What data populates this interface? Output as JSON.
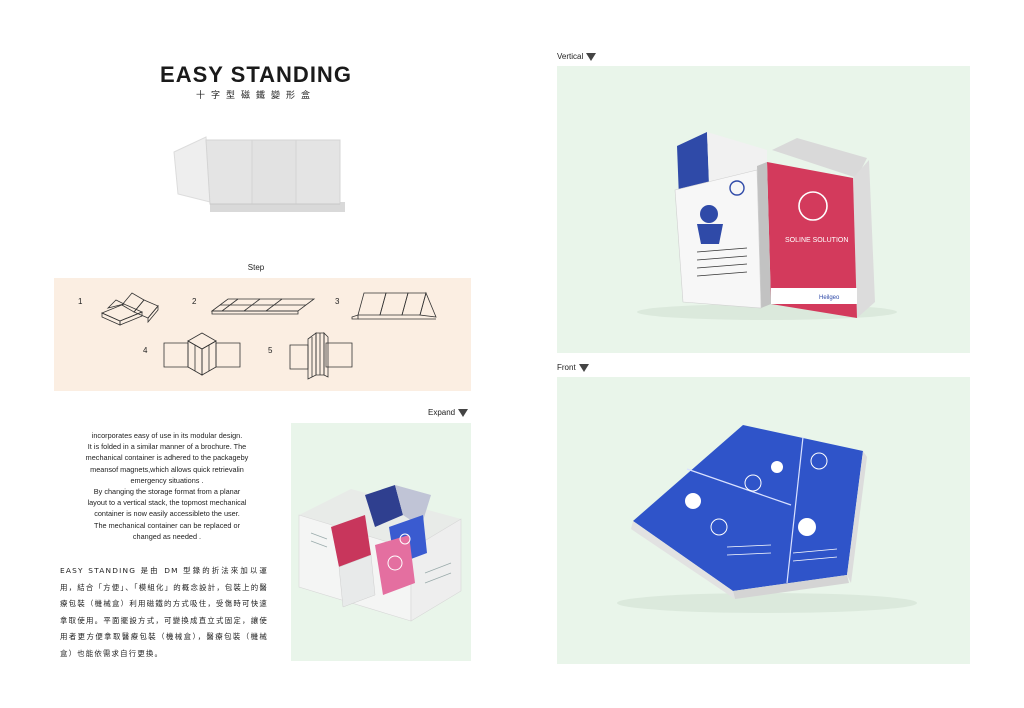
{
  "header": {
    "title": "EASY STANDING",
    "subtitle": "十字型磁鐵變形盒"
  },
  "steps": {
    "label": "Step",
    "numbers": [
      "1",
      "2",
      "3",
      "4",
      "5"
    ]
  },
  "photos": {
    "vertical_label": "Vertical",
    "front_label": "Front",
    "expand_label": "Expand",
    "box_brand": "SOLINE SOLUTION",
    "box_maker": "Heilgeo"
  },
  "description": {
    "english_lines": [
      "incorporates easy of use in its modular design.",
      "It is folded in a similar manner of a brochure. The",
      "mechanical container is adhered to the packageby",
      "meansof magnets,which allows quick retrievalin",
      "emergency situations .",
      "By changing the storage format from a planar",
      "layout to a vertical stack, the topmost mechanical",
      "container is now easily accessibleto the user.",
      "The mechanical container can be replaced or",
      "changed as needed ."
    ],
    "chinese": "EASY STANDING 是由 DM 型錄的折法來加以運用，結合「方便」、「模組化」的概念設計，包裝上的醫療包裝（機械盒）利用磁鐵的方式吸住，受傷時可快速拿取使用。平面擺設方式，可變換成直立式固定，讓使用者更方便拿取醫療包裝（機械盒），醫療包裝（機械盒）也能依需求自行更換。"
  },
  "colors": {
    "panel_peach": "#fbeee2",
    "panel_green": "#e9f5ea",
    "box_blue": "#2f54c9",
    "box_red": "#d8345a",
    "box_pink": "#e46fa0"
  }
}
